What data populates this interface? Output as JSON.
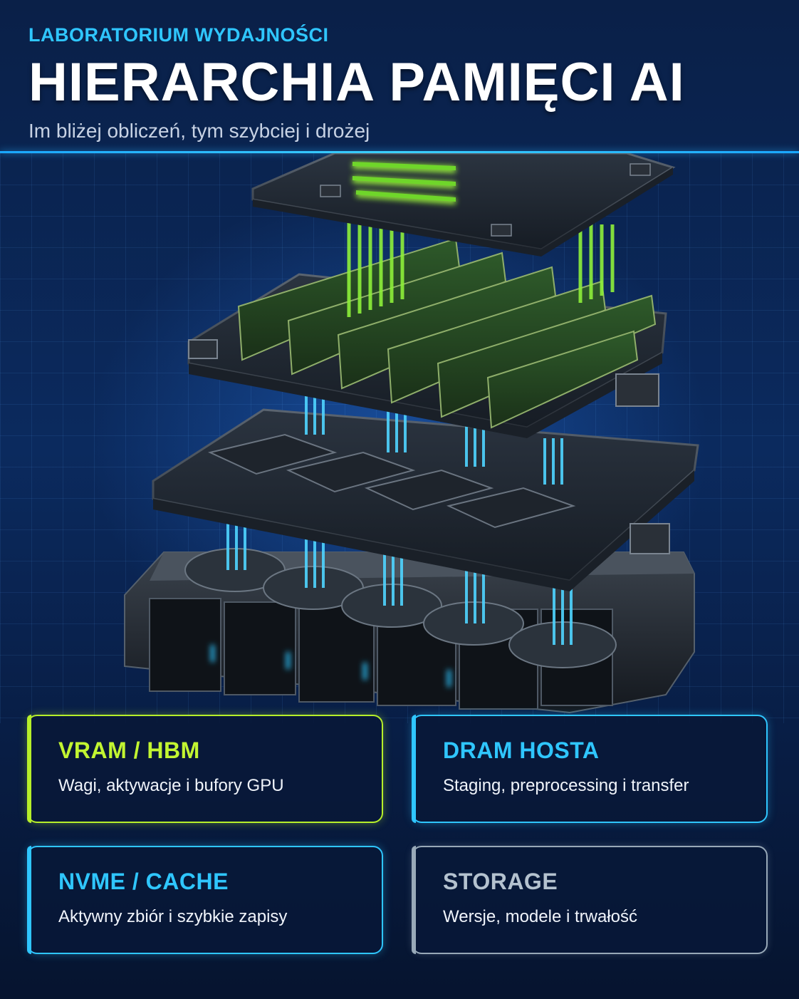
{
  "header": {
    "eyebrow": "LABORATORIUM WYDAJNOŚCI",
    "title": "HIERARCHIA PAMIĘCI AI",
    "subtitle": "Im bliżej obliczeń, tym szybciej i drożej"
  },
  "colors": {
    "background": "#0a2048",
    "vram_accent": "#b6ef2a",
    "dram_accent": "#2fc6ff",
    "nvme_accent": "#2fc6ff",
    "storage_accent": "#98a9b8"
  },
  "cards": [
    {
      "title": "VRAM / HBM",
      "description": "Wagi, aktywacje i bufory GPU"
    },
    {
      "title": "DRAM HOSTA",
      "description": "Staging, preprocessing i transfer"
    },
    {
      "title": "NVME / CACHE",
      "description": "Aktywny zbiór i szybkie zapisy"
    },
    {
      "title": "STORAGE",
      "description": "Wersje, modele i trwałość"
    }
  ]
}
